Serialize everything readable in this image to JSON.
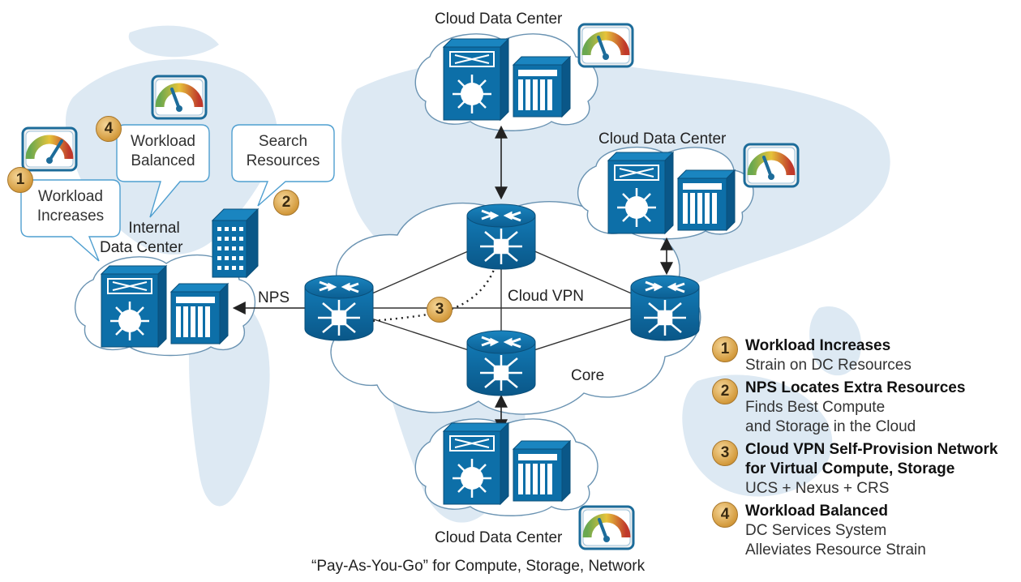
{
  "nodes": {
    "cloud_dc_top": "Cloud Data Center",
    "cloud_dc_right": "Cloud Data Center",
    "cloud_dc_bottom": "Cloud Data Center",
    "internal_dc_line1": "Internal",
    "internal_dc_line2": "Data Center",
    "nps": "NPS",
    "cloud_vpn": "Cloud VPN",
    "core": "Core"
  },
  "callouts": {
    "workload_increases": {
      "badge": "1",
      "line1": "Workload",
      "line2": "Increases"
    },
    "search_resources": {
      "badge": "2",
      "line1": "Search",
      "line2": "Resources"
    },
    "dotted_path_badge": "3",
    "workload_balanced": {
      "badge": "4",
      "line1": "Workload",
      "line2": "Balanced"
    }
  },
  "legend": [
    {
      "num": "1",
      "title": "Workload Increases",
      "lines": [
        "Strain on DC Resources"
      ]
    },
    {
      "num": "2",
      "title": "NPS Locates Extra Resources",
      "lines": [
        "Finds Best Compute",
        "and Storage in the Cloud"
      ]
    },
    {
      "num": "3",
      "title": "Cloud VPN Self-Provision Network",
      "title2": "for Virtual Compute, Storage",
      "lines": [
        "UCS + Nexus + CRS"
      ]
    },
    {
      "num": "4",
      "title": "Workload Balanced",
      "lines": [
        "DC Services System",
        "Alleviates Resource Strain"
      ]
    }
  ],
  "caption": "“Pay-As-You-Go” for Compute, Storage, Network",
  "colors": {
    "device_blue": "#0d6fa8",
    "map_blue": "#d7e6f1",
    "cloud_stroke": "#5a88aa",
    "badge_gold": "#d39a3c"
  }
}
